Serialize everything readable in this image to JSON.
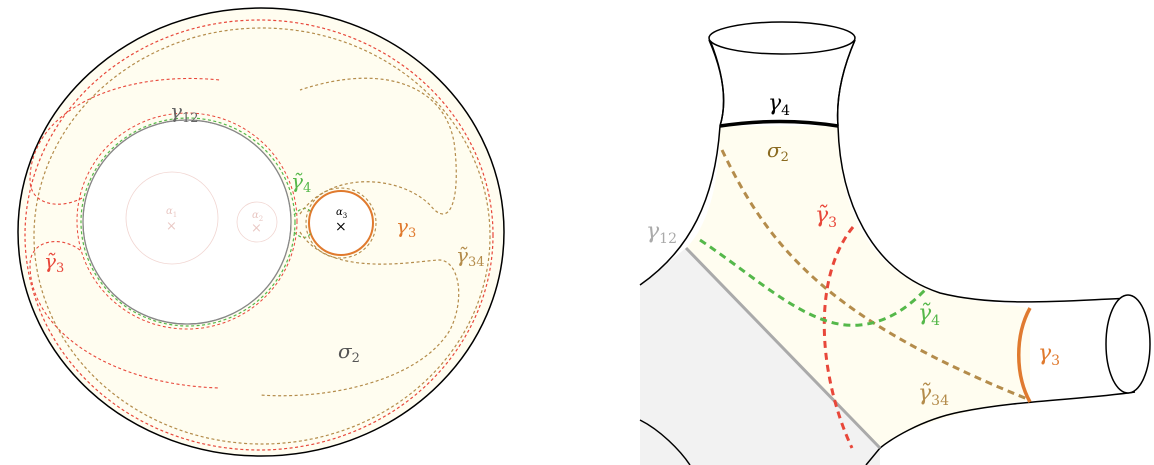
{
  "left_panel": {
    "marks": [
      {
        "label": "α",
        "sub": "1"
      },
      {
        "label": "α",
        "sub": "2"
      },
      {
        "label": "α",
        "sub": "3"
      }
    ],
    "cross_symbol": "×",
    "labels": {
      "gamma12": {
        "base": "γ",
        "sub": "12"
      },
      "gamma4t": {
        "base": "γ̃",
        "sub": "4"
      },
      "gamma3": {
        "base": "γ",
        "sub": "3"
      },
      "gamma34t": {
        "base": "γ̃",
        "sub": "34"
      },
      "gamma3t": {
        "base": "γ̃",
        "sub": "3"
      },
      "sigma2": {
        "base": "σ",
        "sub": "2"
      }
    }
  },
  "right_panel": {
    "labels": {
      "gamma4": {
        "base": "γ",
        "sub": "4"
      },
      "sigma2": {
        "base": "σ",
        "sub": "2"
      },
      "gamma3t": {
        "base": "γ̃",
        "sub": "3"
      },
      "gamma12": {
        "base": "γ",
        "sub": "12"
      },
      "gamma4t": {
        "base": "γ̃",
        "sub": "4"
      },
      "gamma3": {
        "base": "γ",
        "sub": "3"
      },
      "gamma34t": {
        "base": "γ̃",
        "sub": "34"
      }
    }
  },
  "colors": {
    "region_fill": "#fffdf0",
    "outline": "#000000",
    "red": "#e8473a",
    "green": "#55b84a",
    "orange": "#e07a2e",
    "brown": "#b48c4b",
    "gray": "#aaaaaa",
    "gray_fill": "#f2f2f2"
  }
}
